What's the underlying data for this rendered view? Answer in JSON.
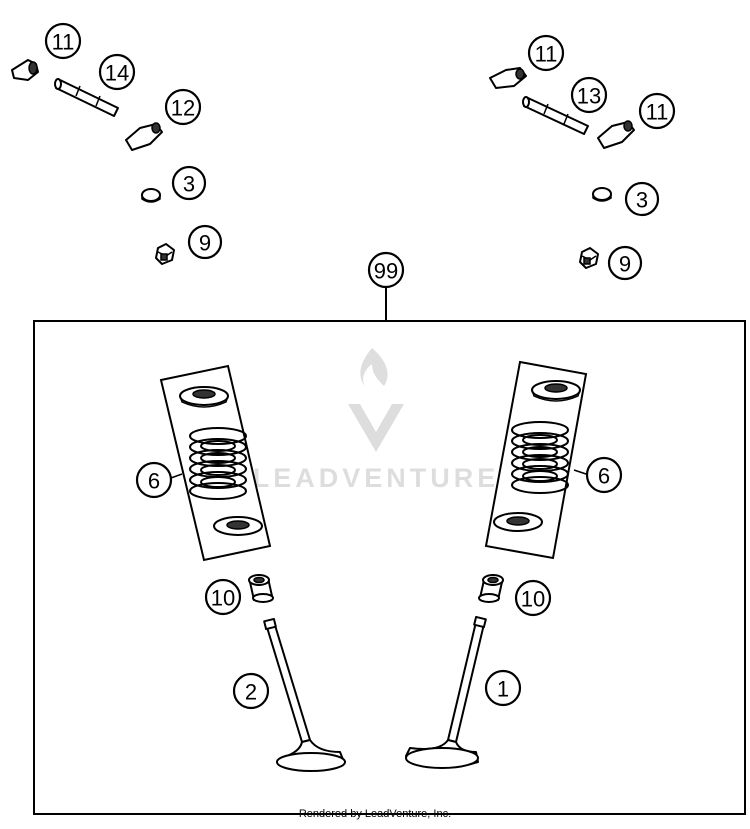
{
  "watermark": {
    "text": "LEADVENTURE"
  },
  "footer": {
    "text": "Rendered by LeadVenture, Inc."
  },
  "callouts": {
    "c11_tl": "11",
    "c14": "14",
    "c12": "12",
    "c3_l": "3",
    "c9_l": "9",
    "c11_tr": "11",
    "c13": "13",
    "c11_r2": "11",
    "c3_r": "3",
    "c9_r": "9",
    "c99": "99",
    "c6_l": "6",
    "c6_r": "6",
    "c10_l": "10",
    "c10_r": "10",
    "c2": "2",
    "c1": "1"
  }
}
